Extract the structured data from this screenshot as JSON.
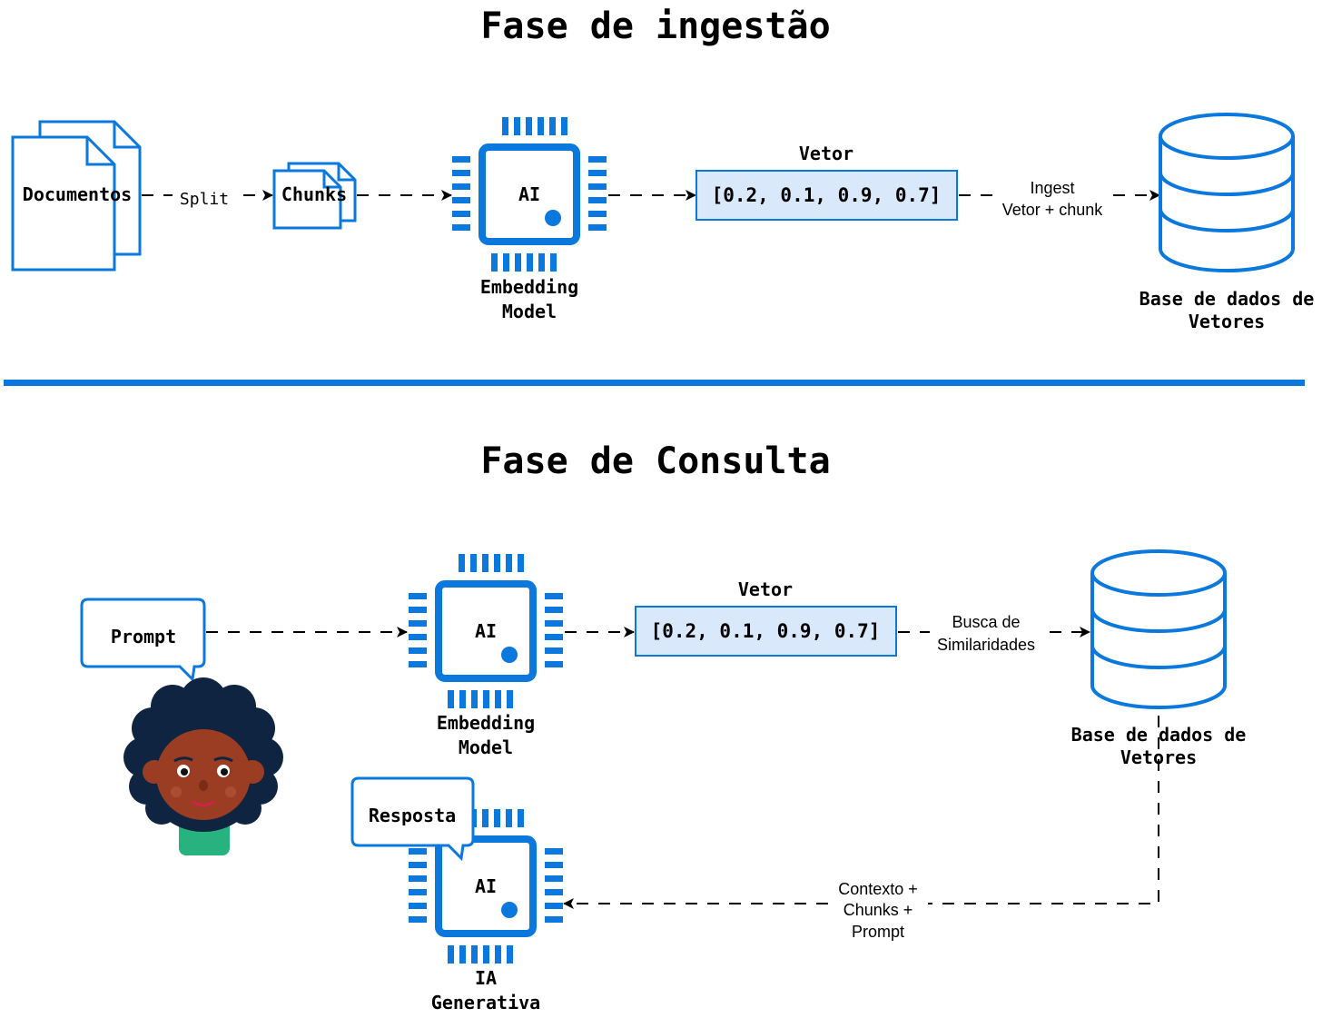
{
  "ingestion": {
    "title": "Fase de ingestão",
    "documents_label": "Documentos",
    "split_label": "Split",
    "chunks_label": "Chunks",
    "chip_label": "AI",
    "embedding_line1": "Embedding",
    "embedding_line2": "Model",
    "vector_title": "Vetor",
    "vector_value": "[0.2, 0.1, 0.9, 0.7]",
    "ingest_line1": "Ingest",
    "ingest_line2": "Vetor + chunk",
    "db_line1": "Base de dados de",
    "db_line2": "Vetores"
  },
  "query": {
    "title": "Fase de Consulta",
    "prompt_label": "Prompt",
    "chip_label": "AI",
    "embedding_line1": "Embedding",
    "embedding_line2": "Model",
    "vector_title": "Vetor",
    "vector_value": "[0.2, 0.1, 0.9, 0.7]",
    "search_line1": "Busca de",
    "search_line2": "Similaridades",
    "db_line1": "Base de dados de",
    "db_line2": "Vetores",
    "response_label": "Resposta",
    "gen_chip_label": "AI",
    "gen_line1": "IA",
    "gen_line2": "Generativa",
    "context_line1": "Contexto +",
    "context_line2": "Chunks +",
    "context_line3": "Prompt"
  },
  "colors": {
    "accent": "#0a78dc",
    "vector_fill": "#dae8fc",
    "skin": "#9b3d22",
    "hair": "#0f2440",
    "shirt": "#27b27f"
  }
}
